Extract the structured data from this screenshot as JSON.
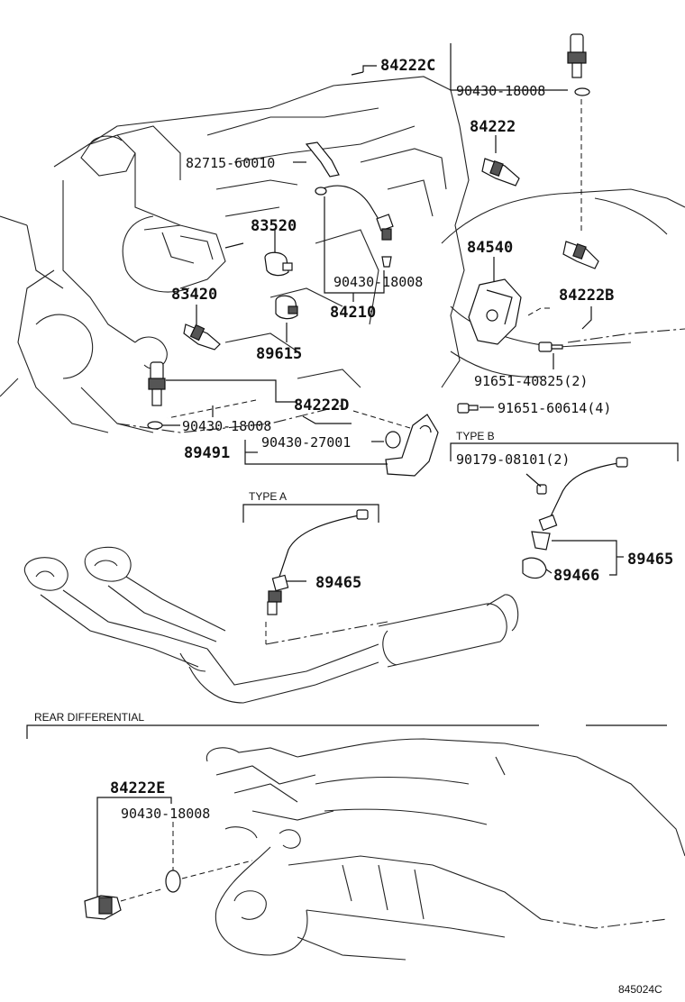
{
  "labels": {
    "p84222C": "84222C",
    "p90430_18008_a": "90430-18008",
    "p84222": "84222",
    "p82715_60010": "82715-60010",
    "p83520": "83520",
    "p90430_18008_b": "90430-18008",
    "p84210": "84210",
    "p84540": "84540",
    "p84222B": "84222B",
    "p83420": "83420",
    "p89615": "89615",
    "p91651_40825": "91651-40825(2)",
    "p84222D": "84222D",
    "p91651_60614": "91651-60614(4)",
    "p90430_18008_c": "90430-18008",
    "p89491": "89491",
    "p90430_27001": "90430-27001",
    "type_b": "TYPE B",
    "p90179_08101": "90179-08101(2)",
    "type_a": "TYPE A",
    "p89465_a": "89465",
    "p89465_b": "89465",
    "p89466": "89466",
    "rear_diff": "REAR DIFFERENTIAL",
    "p84222E": "84222E",
    "p90430_18008_d": "90430-18008",
    "figure_code": "845024C"
  }
}
